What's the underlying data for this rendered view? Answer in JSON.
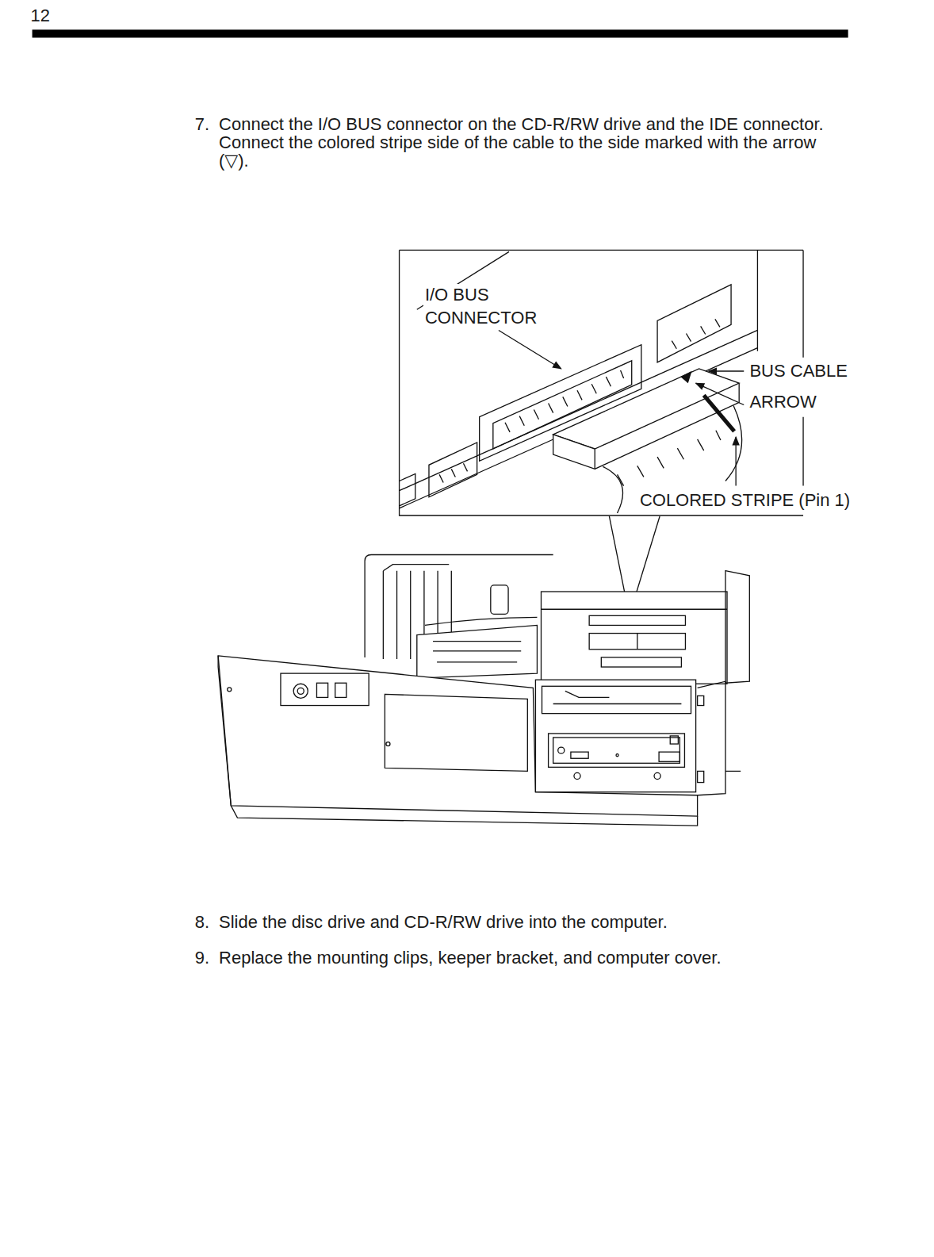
{
  "diagram": {
    "labels": [
      "12",
      "7.",
      "Connect the I/O BUS connector on the CD-R/RW drive and the IDE connector.",
      "Connect the colored stripe side of the cable to the side marked with the arrow (▽).",
      "I/O BUS CONNECTOR",
      "BUS CABLE",
      "ARROW",
      "COLORED STRIPE (Pin 1)",
      "8.",
      "Slide the disc drive and CD-R/RW drive into the computer.",
      "9.",
      "Replace the mounting clips, keeper bracket, and computer cover."
    ]
  }
}
